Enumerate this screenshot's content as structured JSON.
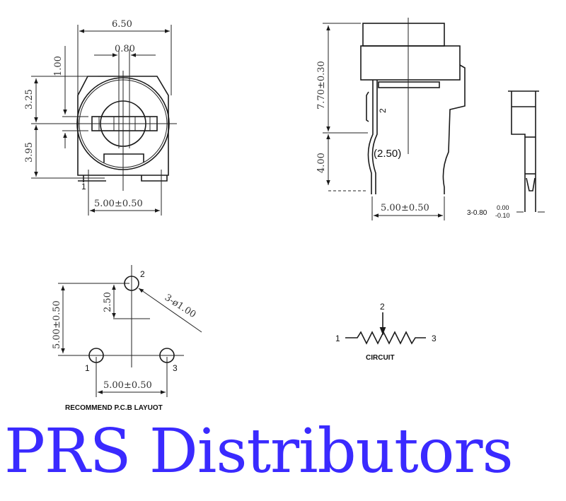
{
  "front_view": {
    "width_label": "6.50",
    "shaft_label": "0.80",
    "offset_label": "1.00",
    "top_height_label": "3.25",
    "bottom_height_label": "3.95",
    "pin_spacing_label": "5.00±0.50",
    "pin_1_label": "1"
  },
  "side_view": {
    "height_label": "7.70±0.30",
    "lead_length_label": "4.00",
    "pin_2_label": "2",
    "pin_offset_label": "(2.50)",
    "pin_spacing_label": "5.00±0.50"
  },
  "end_view": {
    "pin_width_label": "3-0.80",
    "tol_upper": "0.00",
    "tol_lower": "-0.10"
  },
  "pcb_layout": {
    "title": "RECOMMEND P.C.B LAYUOT",
    "vertical_label": "5.00±0.50",
    "offset_label": "2.50",
    "hole_label": "3-ø1.00",
    "horizontal_label": "5.00±0.50",
    "pin_labels": [
      "1",
      "2",
      "3"
    ]
  },
  "circuit": {
    "title": "CIRCUIT",
    "pin_labels": [
      "1",
      "2",
      "3"
    ]
  },
  "brand": {
    "text": "PRS Distributors",
    "color": "#3a2aff"
  }
}
